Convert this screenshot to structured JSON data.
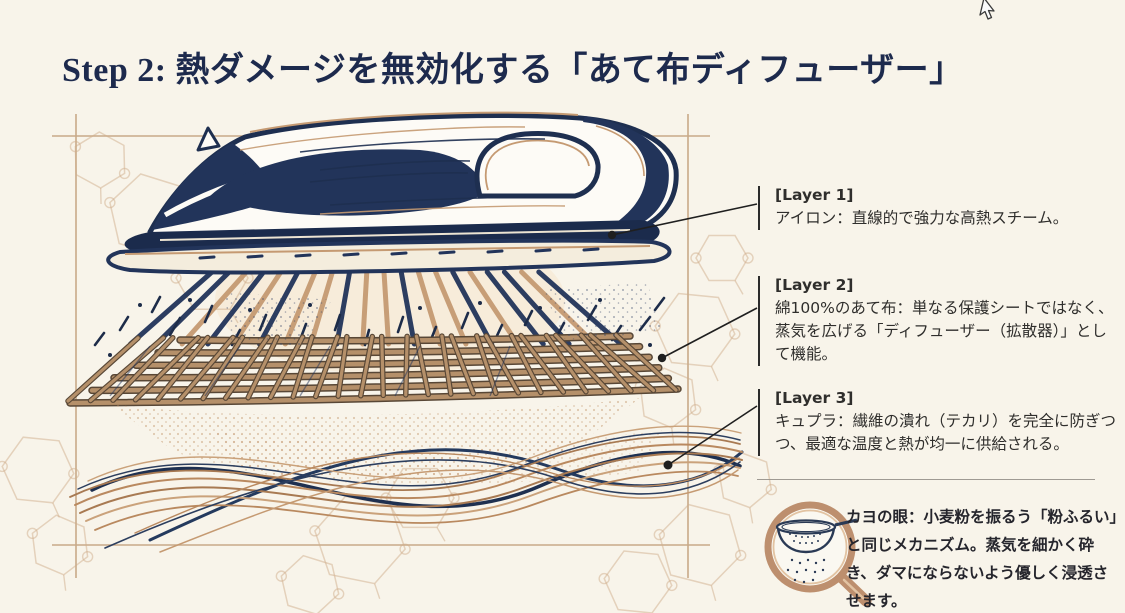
{
  "page": {
    "title": "Step 2: 熱ダメージを無効化する「あて布ディフューザー」"
  },
  "annotations": {
    "layers": [
      {
        "label": "[Layer 1]",
        "text": "アイロン：直線的で強力な高熱スチーム。"
      },
      {
        "label": "[Layer 2]",
        "text": "綿100%のあて布：単なる保護シートではなく、蒸気を広げる「ディフューザー（拡散器）」として機能。"
      },
      {
        "label": "[Layer 3]",
        "text": "キュプラ：繊維の潰れ（テカリ）を完全に防ぎつつ、最適な温度と熱が均一に供給される。"
      }
    ],
    "note": {
      "icon": "magnifier-sieve-icon",
      "text": "カヨの眼：小麦粉を振るう「粉ふるい」と同じメカニズム。蒸気を細かく砕き、ダマにならないよう優しく浸透させます。"
    }
  },
  "illustration": {
    "elements": [
      "iron",
      "steam-lines",
      "pressing-cloth-mesh",
      "cupra-fiber-waves"
    ]
  },
  "colors": {
    "background": "#f8f4ea",
    "title_navy": "#1d2a4d",
    "illustration_navy": "#22345a",
    "copper": "#c59a72",
    "mesh_tan": "#b5906a",
    "mesh_dark": "#584736",
    "frame_tan": "#c3a27f",
    "molecule_tan": "#cfae8c",
    "text_dark": "#2f2e2c",
    "divider_gray": "#95908a",
    "magnifier_copper": "#bd8f6e"
  }
}
